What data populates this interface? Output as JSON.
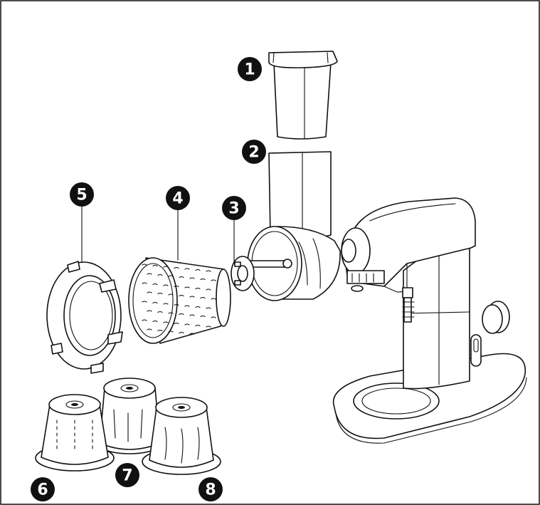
{
  "callouts": [
    {
      "id": "1",
      "label": "1"
    },
    {
      "id": "2",
      "label": "2"
    },
    {
      "id": "3",
      "label": "3"
    },
    {
      "id": "4",
      "label": "4"
    },
    {
      "id": "5",
      "label": "5"
    },
    {
      "id": "6",
      "label": "6"
    },
    {
      "id": "7",
      "label": "7"
    },
    {
      "id": "8",
      "label": "8"
    }
  ],
  "colors": {
    "ink": "#111111",
    "paper": "#ffffff",
    "badge_fill": "#111111",
    "badge_text": "#ffffff"
  }
}
